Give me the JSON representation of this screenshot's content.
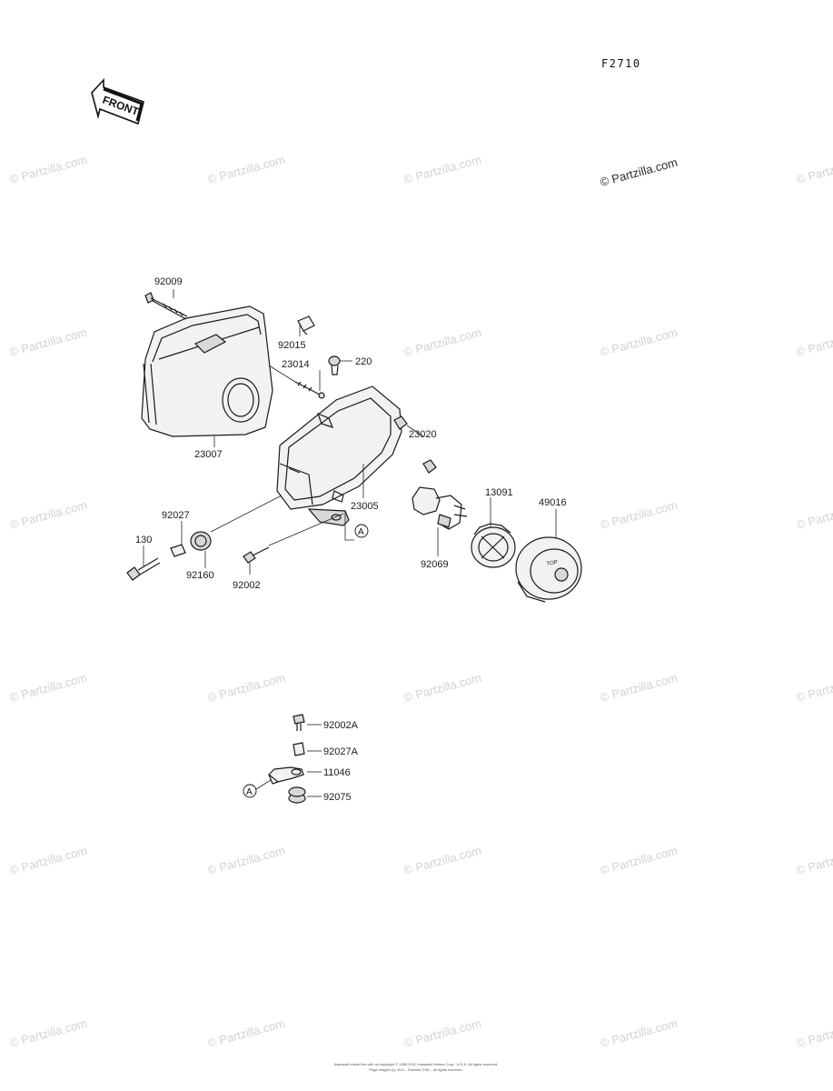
{
  "figure_code": "F2710",
  "front_label": "FRONT",
  "watermark": "© Partzilla.com",
  "labels": {
    "p92009": "92009",
    "p92015": "92015",
    "p220": "220",
    "p23014": "23014",
    "p23020": "23020",
    "p23007": "23007",
    "p23005": "23005",
    "p13091": "13091",
    "p49016": "49016",
    "p92027": "92027",
    "p130": "130",
    "p92160": "92160",
    "p92002": "92002",
    "p92069": "92069",
    "p92002A": "92002A",
    "p92027A": "92027A",
    "p11046": "11046",
    "p92075": "92075",
    "refA1": "A",
    "refA2": "A"
  },
  "footer": {
    "line1": "Kawasaki made this with all copyright © 1985-2011 Kawasaki Motors Corp., U.S.A. All rights reserved.",
    "line2": "Page images (c) 2011 - Partzilla (TM) – all rights reserved."
  }
}
